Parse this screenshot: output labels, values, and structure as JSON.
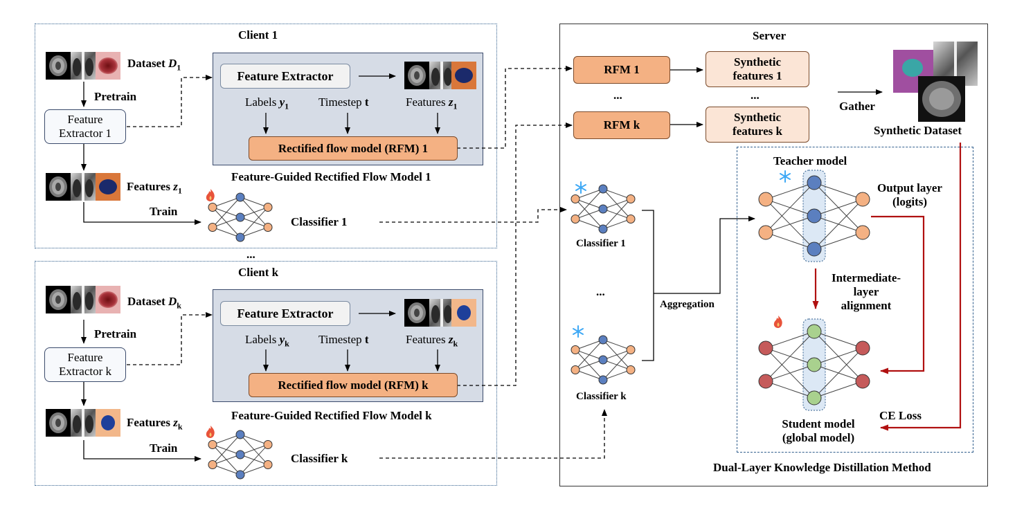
{
  "client1": {
    "title": "Client 1",
    "dataset_label": "Dataset ",
    "dataset_symbol": "D",
    "dataset_sub": "1",
    "pretrain": "Pretrain",
    "extractor_line1": "Feature",
    "extractor_line2": "Extractor 1",
    "features_label": "Features ",
    "features_symbol": "z",
    "features_sub": "1",
    "train": "Train",
    "classifier": "Classifier 1",
    "fe_box": "Feature Extractor",
    "labels": "Labels ",
    "labels_symbol": "y",
    "labels_sub": "1",
    "timestep": "Timestep ",
    "timestep_symbol": "t",
    "panel_features": "Features ",
    "panel_features_symbol": "z",
    "panel_features_sub": "1",
    "rfm": "Rectified flow model (RFM) 1",
    "panel_caption": "Feature-Guided Rectified Flow Model 1"
  },
  "between_ellipsis": "...",
  "clientk": {
    "title": "Client k",
    "dataset_label": "Dataset ",
    "dataset_symbol": "D",
    "dataset_sub": "k",
    "pretrain": "Pretrain",
    "extractor_line1": "Feature",
    "extractor_line2": "Extractor k",
    "features_label": "Features ",
    "features_symbol": "z",
    "features_sub": "k",
    "train": "Train",
    "classifier": "Classifier k",
    "fe_box": "Feature Extractor",
    "labels": "Labels ",
    "labels_symbol": "y",
    "labels_sub": "k",
    "timestep": "Timestep ",
    "timestep_symbol": "t",
    "panel_features": "Features ",
    "panel_features_symbol": "z",
    "panel_features_sub": "k",
    "rfm": "Rectified flow model (RFM) k",
    "panel_caption": "Feature-Guided Rectified Flow Model k"
  },
  "server": {
    "title": "Server",
    "rfm1": "RFM 1",
    "rfmk": "RFM k",
    "rfm_ellipsis": "...",
    "synth1_line1": "Synthetic",
    "synth1_line2": "features 1",
    "synthk_line1": "Synthetic",
    "synthk_line2": "features k",
    "synth_ellipsis": "...",
    "gather": "Gather",
    "synthetic_dataset": "Synthetic Dataset",
    "classifier1": "Classifier 1",
    "classifierk": "Classifier k",
    "classifier_ellipsis": "...",
    "aggregation": "Aggregation",
    "teacher": "Teacher model",
    "output_layer_line1": "Output layer",
    "output_layer_line2": "(logits)",
    "inter_line1": "Intermediate-",
    "inter_line2": "layer",
    "inter_line3": "alignment",
    "student_line1": "Student model",
    "student_line2": "(global model)",
    "ce_loss": "CE Loss",
    "kd_caption": "Dual-Layer Knowledge Distillation Method"
  },
  "colors": {
    "client_border": "#2f5d8c",
    "panel_bg": "#d6dce6",
    "rfm_fill": "#f4b183",
    "synth_fill": "#fbe5d6",
    "node_orange": "#f4b183",
    "node_blue": "#5b7fbf",
    "node_green": "#a9d18e",
    "node_red": "#c55a5a",
    "kd_arrow": "#b01010",
    "frozen_icon": "#3fa9f5",
    "fire_icon": "#e8533a"
  },
  "icons": {
    "frozen": "snowflake-icon",
    "trainable": "flame-icon"
  }
}
